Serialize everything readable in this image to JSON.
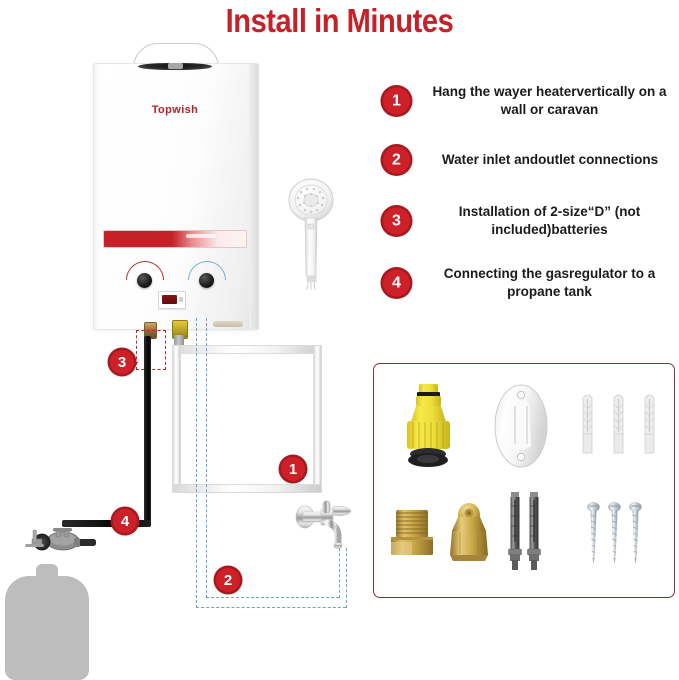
{
  "page": {
    "title": "Install in Minutes",
    "brand": "Topwish",
    "accent_red": "#C62128",
    "badge_red": "#CE2029",
    "badge_ring": "#A8181F",
    "blue_line": "#63A2D8",
    "panel_border": "#8E2F36"
  },
  "steps": [
    {
      "number": "1",
      "text": "Hang the wayer heatervertically on a wall or caravan"
    },
    {
      "number": "2",
      "text": "Water inlet andoutlet connections"
    },
    {
      "number": "3",
      "text": "Installation of 2-size“D” (not included)batteries"
    },
    {
      "number": "4",
      "text": "Connecting the gasregulator to a propane tank"
    }
  ],
  "diagram": {
    "markers": [
      {
        "number": "1",
        "name": "hot-water-outlet-marker"
      },
      {
        "number": "2",
        "name": "cold-water-inlet-marker"
      },
      {
        "number": "3",
        "name": "battery-compartment-marker"
      },
      {
        "number": "4",
        "name": "gas-regulator-marker"
      }
    ],
    "heater": {
      "brand_label": "Topwish",
      "controls": [
        {
          "name": "temperature-knob",
          "accent": "#b5323a"
        },
        {
          "name": "water-flow-knob",
          "accent": "#6fb2dd"
        }
      ],
      "display": {
        "name": "lcd-display"
      }
    },
    "shower_head": {
      "name": "shower-head"
    },
    "faucet": {
      "name": "wall-faucet"
    },
    "propane_tank": {
      "name": "propane-tank"
    },
    "gas_regulator": {
      "name": "gas-regulator"
    }
  },
  "accessories": {
    "row1": [
      {
        "name": "hose-connector-yellow"
      },
      {
        "name": "shower-head-holder"
      },
      {
        "name": "wall-anchor-1"
      },
      {
        "name": "wall-anchor-2"
      },
      {
        "name": "wall-anchor-3"
      }
    ],
    "row2": [
      {
        "name": "brass-fitting-nut"
      },
      {
        "name": "brass-flare-fitting"
      },
      {
        "name": "expansion-bolt-1"
      },
      {
        "name": "expansion-bolt-2"
      },
      {
        "name": "screw-1"
      },
      {
        "name": "screw-2"
      },
      {
        "name": "screw-3"
      }
    ]
  }
}
